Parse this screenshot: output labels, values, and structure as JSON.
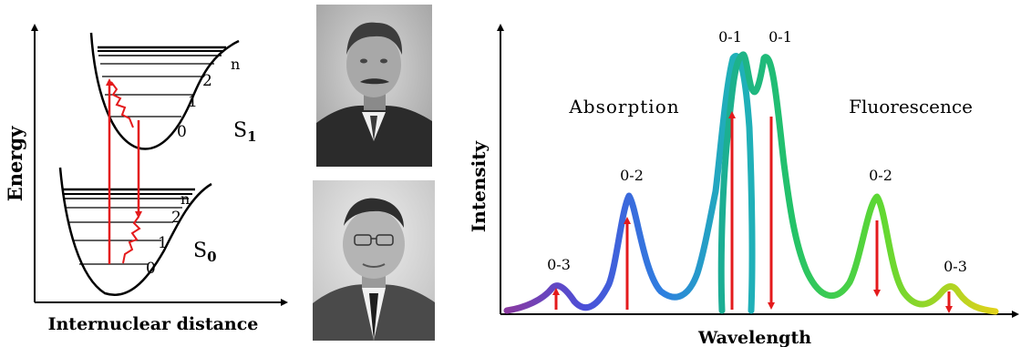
{
  "energy_diagram": {
    "y_axis_label": "Energy",
    "x_axis_label": "Internuclear distance",
    "upper_state": {
      "label": "S",
      "subscript": "1",
      "levels": [
        "0",
        "1",
        "2",
        "n"
      ]
    },
    "lower_state": {
      "label": "S",
      "subscript": "0",
      "levels": [
        "0",
        "1",
        "2",
        "n"
      ]
    }
  },
  "spectrum": {
    "y_axis_label": "Intensity",
    "x_axis_label": "Wavelength",
    "absorption_label": "Absorption",
    "fluorescence_label": "Fluorescence",
    "peak_labels": {
      "abs_03": "0-3",
      "abs_02": "0-2",
      "abs_01": "0-1",
      "fl_01": "0-1",
      "fl_02": "0-2",
      "fl_03": "0-3"
    }
  },
  "colors": {
    "transition_arrow": "#e41a1c",
    "abs_gradient": [
      "#7b3f9e",
      "#3a5bd9",
      "#1f9ec8"
    ],
    "fl_gradient": [
      "#1fb59a",
      "#3dd64a",
      "#d8d820"
    ]
  },
  "photos": [
    "portrait-top",
    "portrait-bottom"
  ]
}
